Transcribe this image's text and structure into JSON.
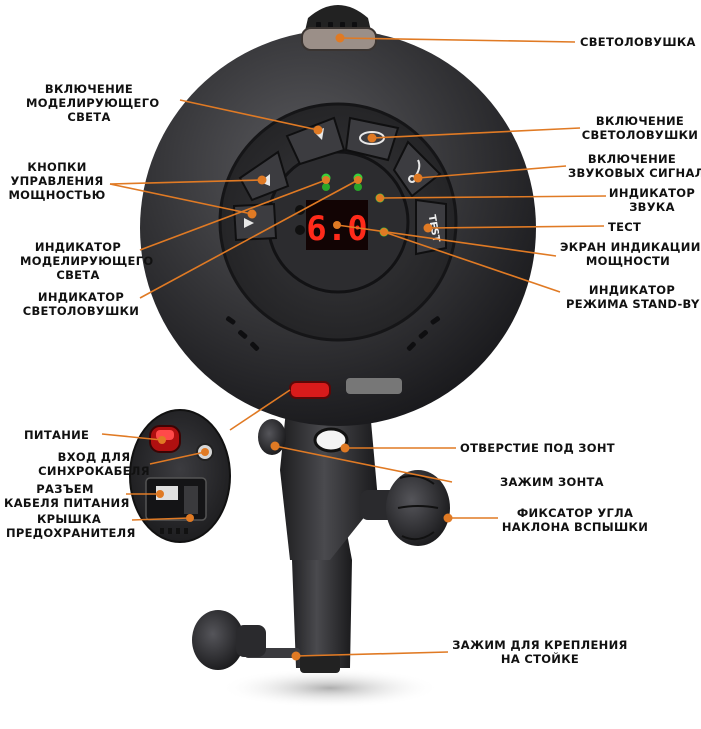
{
  "display": {
    "value": "6.0"
  },
  "test_button": {
    "label": "TEST"
  },
  "labels": {
    "svetolovushka": "СВЕТОЛОВУШКА",
    "model_light_on": [
      "ВКЛЮЧЕНИЕ",
      "МОДЕЛИРУЮЩЕГО",
      "СВЕТА"
    ],
    "slave_on": [
      "ВКЛЮЧЕНИЕ",
      "СВЕТОЛОВУШКИ"
    ],
    "power_buttons": [
      "КНОПКИ",
      "УПРАВЛЕНИЯ",
      "МОЩНОСТЬЮ"
    ],
    "sound_on": [
      "ВКЛЮЧЕНИЕ",
      "ЗВУКОВЫХ СИГНАЛОВ"
    ],
    "sound_indicator": [
      "ИНДИКАТОР",
      "ЗВУКА"
    ],
    "test": "ТЕСТ",
    "model_light_indicator": [
      "ИНДИКАТОР",
      "МОДЕЛИРУЮЩЕГО",
      "СВЕТА"
    ],
    "power_screen": [
      "ЭКРАН ИНДИКАЦИИ",
      "МОЩНОСТИ"
    ],
    "slave_indicator": [
      "ИНДИКАТОР",
      "СВЕТОЛОВУШКИ"
    ],
    "standby_indicator": [
      "ИНДИКАТОР",
      "РЕЖИМА STAND-BY"
    ],
    "power": "ПИТАНИЕ",
    "sync_input": [
      "ВХОД ДЛЯ",
      "СИНХРОКАБЕЛЯ"
    ],
    "power_connector": [
      "РАЗЪЕМ",
      "КАБЕЛЯ ПИТАНИЯ"
    ],
    "fuse_cover": [
      "КРЫШКА",
      "ПРЕДОХРАНИТЕЛЯ"
    ],
    "umbrella_hole": "ОТВЕРСТИЕ ПОД ЗОНТ",
    "umbrella_clamp": "ЗАЖИМ ЗОНТА",
    "tilt_lock": [
      "ФИКСАТОР УГЛА",
      "НАКЛОНА ВСПЫШКИ"
    ],
    "stand_clamp": [
      "ЗАЖИМ ДЛЯ КРЕПЛЕНИЯ",
      "НА СТОЙКЕ"
    ]
  },
  "colors": {
    "leader": "#e07a24",
    "body": "#2b2b2d",
    "led_green": "#3ad13a",
    "display_red": "#ff2a1a",
    "power_red": "#d81b1b"
  }
}
